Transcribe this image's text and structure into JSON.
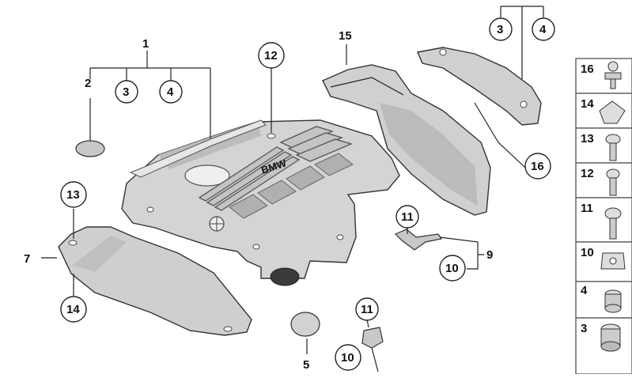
{
  "callouts": {
    "c1": "1",
    "c2": "2",
    "c3a": "3",
    "c4a": "4",
    "c3b": "3",
    "c4b": "4",
    "c5": "5",
    "c7": "7",
    "c9": "9",
    "c10a": "10",
    "c10b": "10",
    "c11a": "11",
    "c11b": "11",
    "c12": "12",
    "c13": "13",
    "c14": "14",
    "c15": "15",
    "c16": "16"
  },
  "legend": [
    {
      "num": "16",
      "icon": "clip-icon"
    },
    {
      "num": "14",
      "icon": "cable-clip-icon"
    },
    {
      "num": "13",
      "icon": "screw-icon"
    },
    {
      "num": "12",
      "icon": "bolt-icon"
    },
    {
      "num": "11",
      "icon": "screw-icon"
    },
    {
      "num": "10",
      "icon": "nut-icon"
    },
    {
      "num": "4",
      "icon": "rubber-mount-icon"
    },
    {
      "num": "3",
      "icon": "grommet-icon"
    }
  ],
  "engine_cover_lettering": "BMW",
  "colors": {
    "part_fill": "#d2d2d2",
    "part_shade": "#b4b4b4",
    "line": "#222222"
  }
}
